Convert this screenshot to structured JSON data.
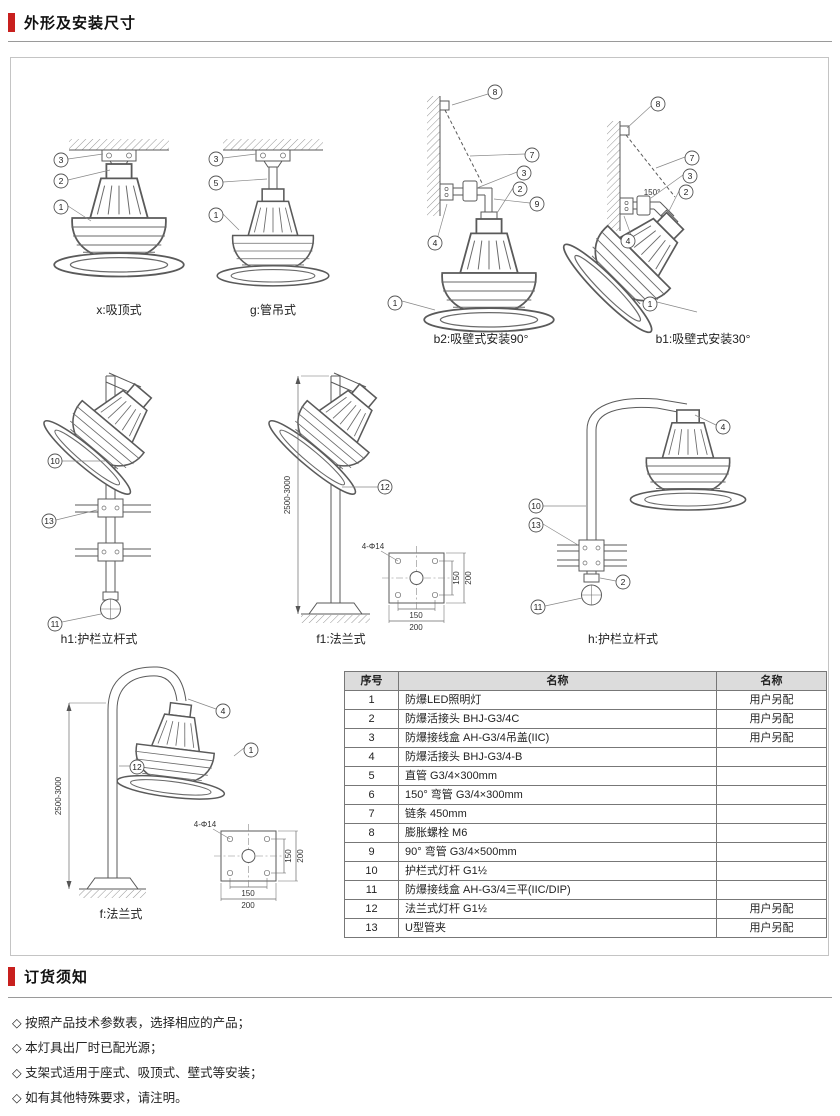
{
  "sections": {
    "dimensions_title": "外形及安装尺寸",
    "ordering_title": "订货须知"
  },
  "diagrams": {
    "x": {
      "label": "x:吸顶式",
      "callouts": [
        "3",
        "2",
        "1"
      ]
    },
    "g": {
      "label": "g:管吊式",
      "callouts": [
        "3",
        "5",
        "1"
      ]
    },
    "b2": {
      "label": "b2:吸壁式安装90°",
      "callouts": [
        "8",
        "7",
        "3",
        "2",
        "9",
        "4",
        "1"
      ]
    },
    "b1": {
      "label": "b1:吸壁式安装30°",
      "callouts": [
        "8",
        "7",
        "3",
        "2",
        "4",
        "1"
      ],
      "angle": "150°"
    },
    "h1": {
      "label": "h1:护栏立杆式",
      "callouts": [
        "10",
        "13",
        "11"
      ]
    },
    "f1": {
      "label": "f1:法兰式",
      "callouts": [
        "12"
      ],
      "height_dim": "2500-3000",
      "flange": {
        "holes": "4-Φ14",
        "dim_a": "150",
        "dim_b": "200"
      }
    },
    "h": {
      "label": "h:护栏立杆式",
      "callouts": [
        "4",
        "10",
        "13",
        "2",
        "11"
      ]
    },
    "f": {
      "label": "f:法兰式",
      "callouts": [
        "4",
        "12",
        "1"
      ],
      "height_dim": "2500-3000",
      "flange": {
        "holes": "4-Φ14",
        "dim_a": "150",
        "dim_b": "200"
      }
    }
  },
  "parts_table": {
    "headers": [
      "序号",
      "名称",
      "名称"
    ],
    "rows": [
      [
        "1",
        "防爆LED照明灯",
        "用户另配"
      ],
      [
        "2",
        "防爆活接头 BHJ-G3/4C",
        "用户另配"
      ],
      [
        "3",
        "防爆接线盒 AH-G3/4吊盖(IIC)",
        "用户另配"
      ],
      [
        "4",
        "防爆活接头 BHJ-G3/4-B",
        ""
      ],
      [
        "5",
        "直管 G3/4×300mm",
        ""
      ],
      [
        "6",
        "150° 弯管 G3/4×300mm",
        ""
      ],
      [
        "7",
        "链条 450mm",
        ""
      ],
      [
        "8",
        "膨胀螺栓 M6",
        ""
      ],
      [
        "9",
        "90° 弯管 G3/4×500mm",
        ""
      ],
      [
        "10",
        "护栏式灯杆 G1½",
        ""
      ],
      [
        "11",
        "防爆接线盒 AH-G3/4三平(IIC/DIP)",
        ""
      ],
      [
        "12",
        "法兰式灯杆 G1½",
        "用户另配"
      ],
      [
        "13",
        "U型管夹",
        "用户另配"
      ]
    ]
  },
  "ordering_notes": [
    "◇ 按照产品技术参数表，选择相应的产品；",
    "◇ 本灯具出厂时已配光源；",
    "◇ 支架式适用于座式、吸顶式、壁式等安装；",
    "◇ 如有其他特殊要求，请注明。"
  ]
}
